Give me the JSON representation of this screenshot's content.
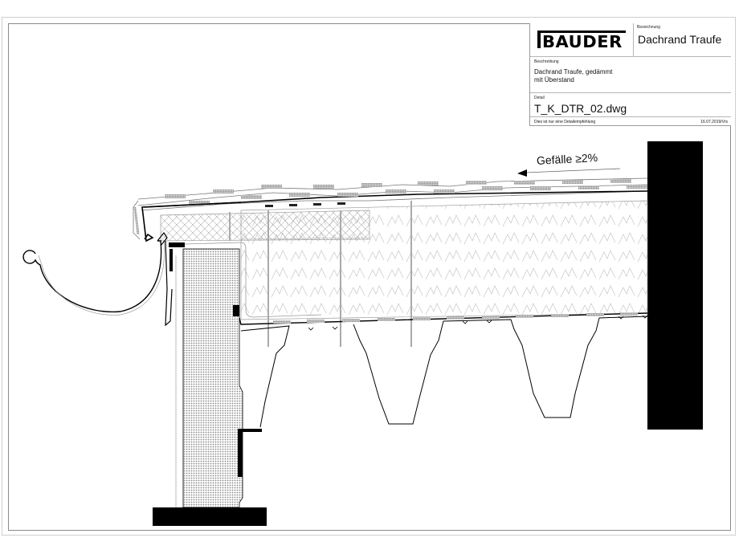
{
  "title_block": {
    "logo_text": "BAUDER",
    "bezeichnung_label": "Bezeichnung",
    "bezeichnung_value": "Dachrand Traufe",
    "beschreibung_label": "Beschreibung",
    "beschreibung_line1": "Dachrand Traufe, gedämmt",
    "beschreibung_line2": "mit Überstand",
    "detail_label": "Detail",
    "detail_value": "T_K_DTR_02.dwg",
    "note": "Dies ist nur eine Detailempfehlung",
    "date_author": "16.07.2019/Vrs"
  },
  "drawing": {
    "slope_label": "Gefälle ≥2%",
    "slope_arrow_icon": "arrow-left-icon",
    "colors": {
      "line": "#000000",
      "hatch": "#9a9a9a",
      "insulation_line": "#aaaaaa",
      "background": "#ffffff"
    },
    "elements": [
      "roof-membrane-layers",
      "eaves-edge-flashing",
      "half-round-gutter",
      "pressure-resistant-insulation-crosshatch",
      "thermal-insulation-wavy",
      "trapezoidal-metal-deck",
      "edge-beam-masonry",
      "angle-bracket",
      "concrete-base",
      "wall-column"
    ]
  }
}
